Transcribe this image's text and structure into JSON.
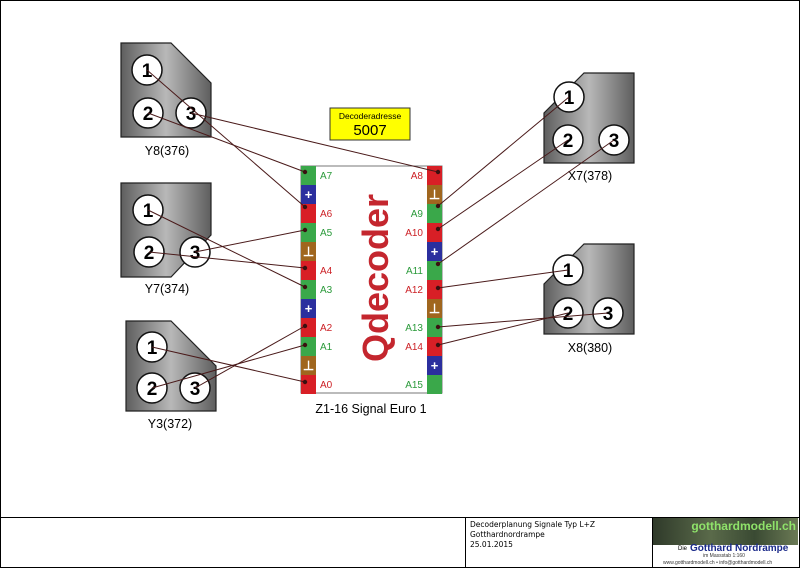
{
  "decoder": {
    "logo_text": "Qdecoder",
    "caption": "Z1-16 Signal Euro 1",
    "address_label": "Decoderadresse",
    "address_value": "5007",
    "pins_left": [
      "A7",
      "+",
      "A6",
      "A5",
      "⊥",
      "A4",
      "A3",
      "+",
      "A2",
      "A1",
      "⊥",
      "A0"
    ],
    "pins_right": [
      "A8",
      "⊥",
      "A9",
      "A10",
      "+",
      "A11",
      "A12",
      "⊥",
      "A13",
      "A14",
      "+",
      "A15"
    ]
  },
  "signals": [
    {
      "id": "Y8",
      "label": "Y8(376)",
      "lamps": [
        "1",
        "2",
        "3"
      ]
    },
    {
      "id": "Y7",
      "label": "Y7(374)",
      "lamps": [
        "1",
        "2",
        "3"
      ]
    },
    {
      "id": "Y3",
      "label": "Y3(372)",
      "lamps": [
        "1",
        "2",
        "3"
      ]
    },
    {
      "id": "X7",
      "label": "X7(378)",
      "lamps": [
        "1",
        "2",
        "3"
      ]
    },
    {
      "id": "X8",
      "label": "X8(380)",
      "lamps": [
        "1",
        "2",
        "3"
      ]
    }
  ],
  "colors": {
    "green": "#3aa84a",
    "red": "#d81f26",
    "blue": "#2b2f9e",
    "brown": "#a0661e",
    "green_text": "#2a9a3a",
    "red_text": "#cc1f24",
    "address_bg": "#ffff00",
    "logo_red": "#c4262e"
  },
  "title_block": {
    "line1": "Decoderplanung Signale Typ L+Z",
    "line2": "Gotthardnordrampe",
    "line3": "25.01.2015",
    "logo": "gotthardmodell.ch",
    "brand_prefix": "Die",
    "brand": "Gotthard Nordrampe",
    "scale": "im Massstab 1:160",
    "contact": "www.gotthardmodell.ch • info@gotthardmodell.ch"
  }
}
